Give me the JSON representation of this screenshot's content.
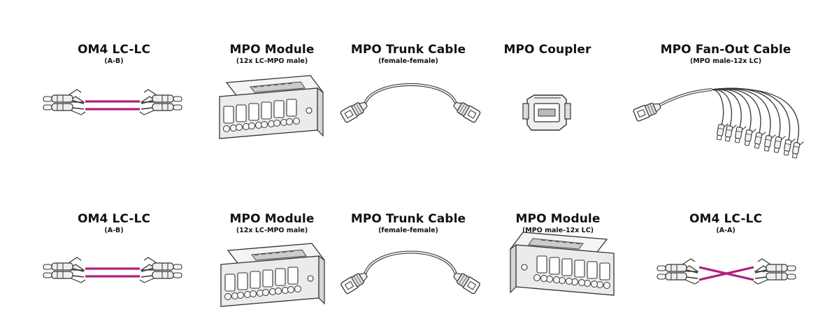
{
  "row1": [
    {
      "title": "OM4 LC-LC",
      "subtitle": "(A-B)"
    },
    {
      "title": "MPO Module",
      "subtitle": "(12x LC-MPO male)"
    },
    {
      "title": "MPO Trunk Cable",
      "subtitle": "(female-female)"
    },
    {
      "title": "MPO Coupler",
      "subtitle": ""
    },
    {
      "title": "MPO Fan-Out Cable",
      "subtitle": "(MPO male-12x LC)"
    }
  ],
  "row2": [
    {
      "title": "OM4 LC-LC",
      "subtitle": "(A-B)"
    },
    {
      "title": "MPO Module",
      "subtitle": "(12x LC-MPO male)"
    },
    {
      "title": "MPO Trunk Cable",
      "subtitle": "(female-female)"
    },
    {
      "title": "MPO Module",
      "subtitle": "(MPO male-12x LC)"
    },
    {
      "title": "OM4 LC-LC",
      "subtitle": "(A-A)"
    }
  ],
  "colors": {
    "fiber": "#b0207e",
    "outline": "#333333",
    "fill": "#eeeeee"
  }
}
